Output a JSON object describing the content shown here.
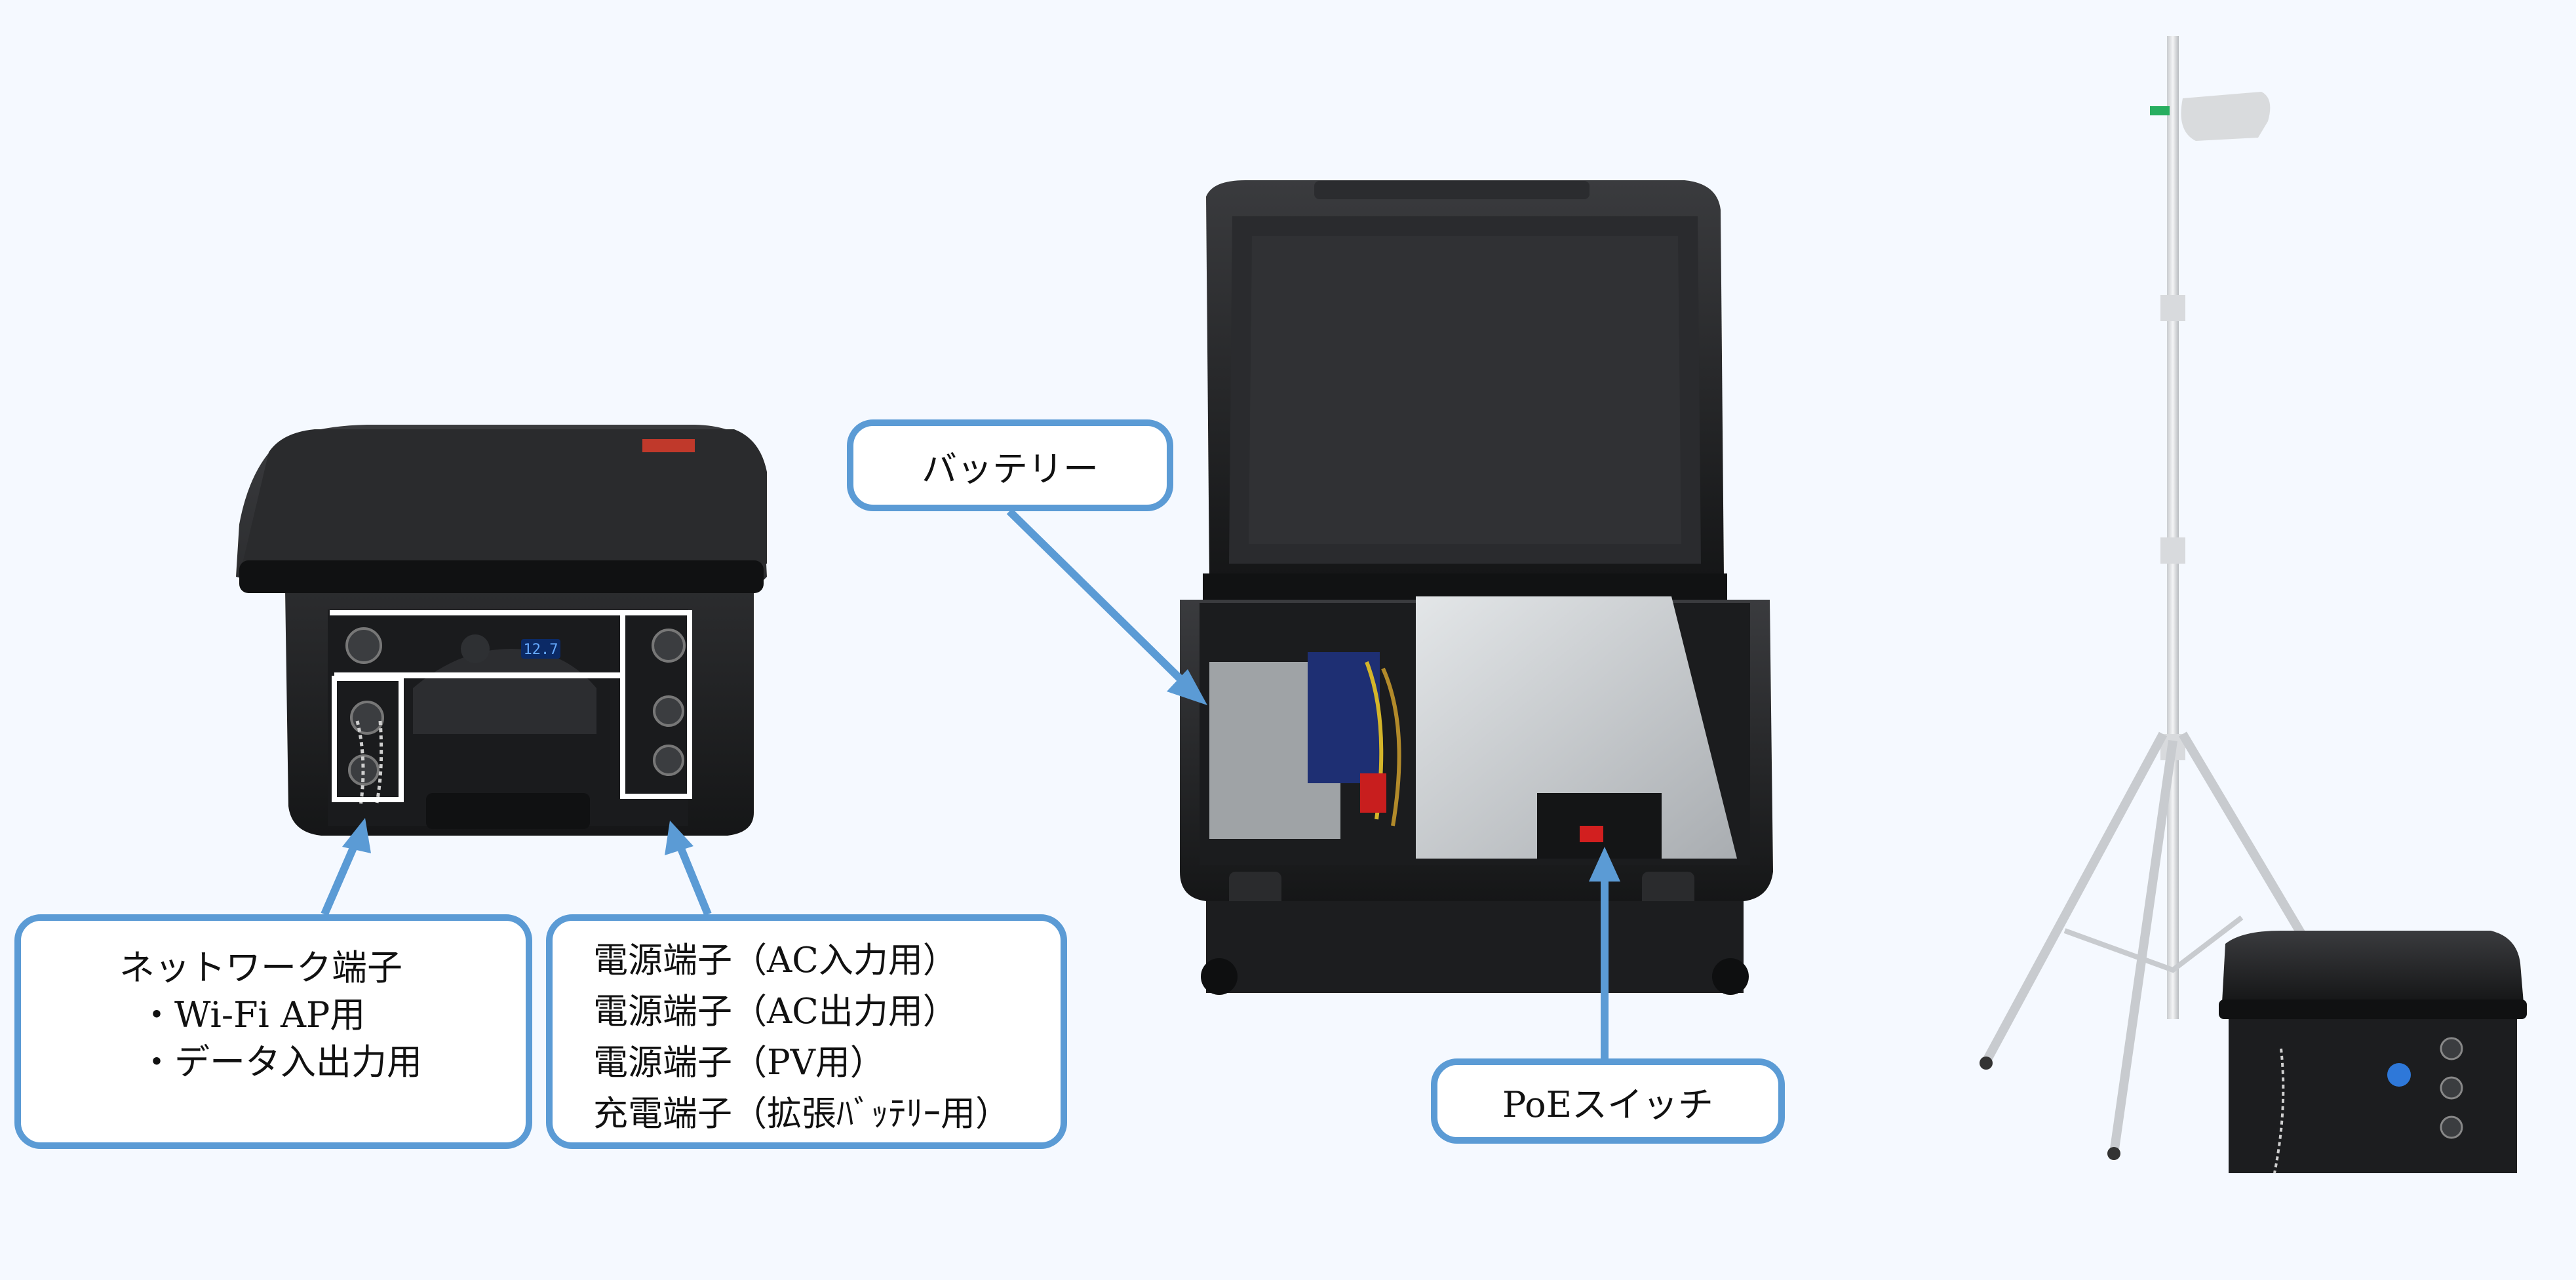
{
  "callouts": {
    "battery": "バッテリー",
    "poe_switch": "PoEスイッチ",
    "network": {
      "title": "ネットワーク端子",
      "items": [
        "・Wi-Fi AP用",
        "・データ入出力用"
      ]
    },
    "power": {
      "items": [
        "電源端子（AC入力用）",
        "電源端子（AC出力用）",
        "電源端子（PV用）",
        "充電端子（拡張ﾊﾞｯﾃﾘｰ用）"
      ]
    }
  },
  "device": {
    "voltage_display": "12.7"
  },
  "colors": {
    "accent": "#5b9bd5",
    "background": "#f5f9ff",
    "case": "#1f2022",
    "highlight_frame": "#ffffff",
    "plate": "#bfc3c6",
    "pole": "#e6e8ea"
  }
}
